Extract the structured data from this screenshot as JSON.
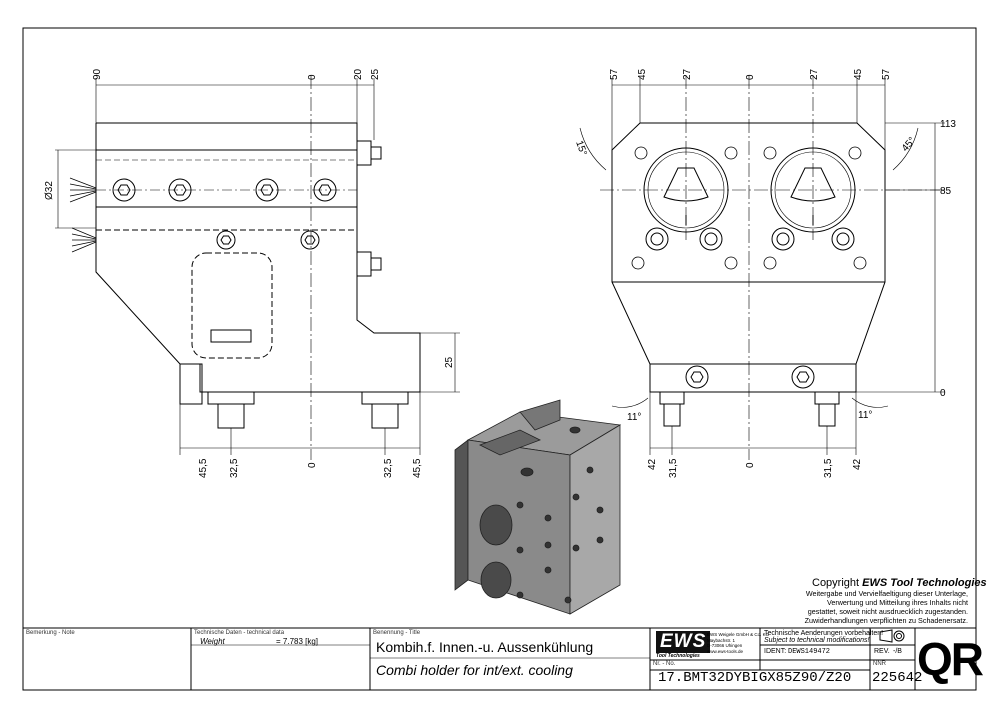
{
  "dimensions": {
    "left_top": [
      "90",
      "0",
      "20",
      "25"
    ],
    "left_side": [
      "Ø32",
      "25"
    ],
    "left_bottom": [
      "45,5",
      "32,5",
      "0",
      "32,5",
      "45,5"
    ],
    "right_top": [
      "57",
      "45",
      "27",
      "0",
      "27",
      "45",
      "57"
    ],
    "right_side": [
      "113",
      "85",
      "0"
    ],
    "right_bottom": [
      "42",
      "31,5",
      "0",
      "31,5",
      "42"
    ],
    "angles": [
      "15°",
      "45°",
      "11°",
      "11°"
    ]
  },
  "copyright": {
    "title_prefix": "Copyright ",
    "title_brand": "EWS Tool Technologies",
    "lines": [
      "Weitergabe und Vervielfaeltigung dieser Unterlage,",
      "Verwertung und Mitteilung ihres Inhalts nicht",
      "gestattet, soweit nicht ausdruecklich zugestanden.",
      "Zuwiderhandlungen verpflichten zu Schadenersatz."
    ]
  },
  "title_block": {
    "remark_label": "Bemerkung - Note",
    "tech_label": "Technische Daten - technical data",
    "weight_label": "Weight",
    "weight_value": "= 7.783 [kg]",
    "title_label": "Benennung - Title",
    "title_de": "Kombih.f. Innen.-u. Aussenkühlung",
    "title_en": "Combi holder for int/ext. cooling",
    "number_label": "Nr. - No.",
    "part_number": "17.BMT32DYBIGX85Z90/Z20",
    "company_logo": "EWS",
    "company_sub": "Tool Technologies",
    "company_address": [
      "EWS Weigele GmbH & Co. KG",
      "Maybachstr. 1",
      "D-73066 Uhingen",
      "www.ews-tools.de"
    ],
    "change_de": "Technische Aenderungen vorbehalten!",
    "change_en": "Subject to technical modifications!",
    "ident_label": "IDENT:",
    "ident_value": "DEWS149472",
    "rev_label": "REV.",
    "rev_value": "-/B",
    "nr_label": "NNR",
    "drawing_number": "225642",
    "qr": "QR"
  }
}
